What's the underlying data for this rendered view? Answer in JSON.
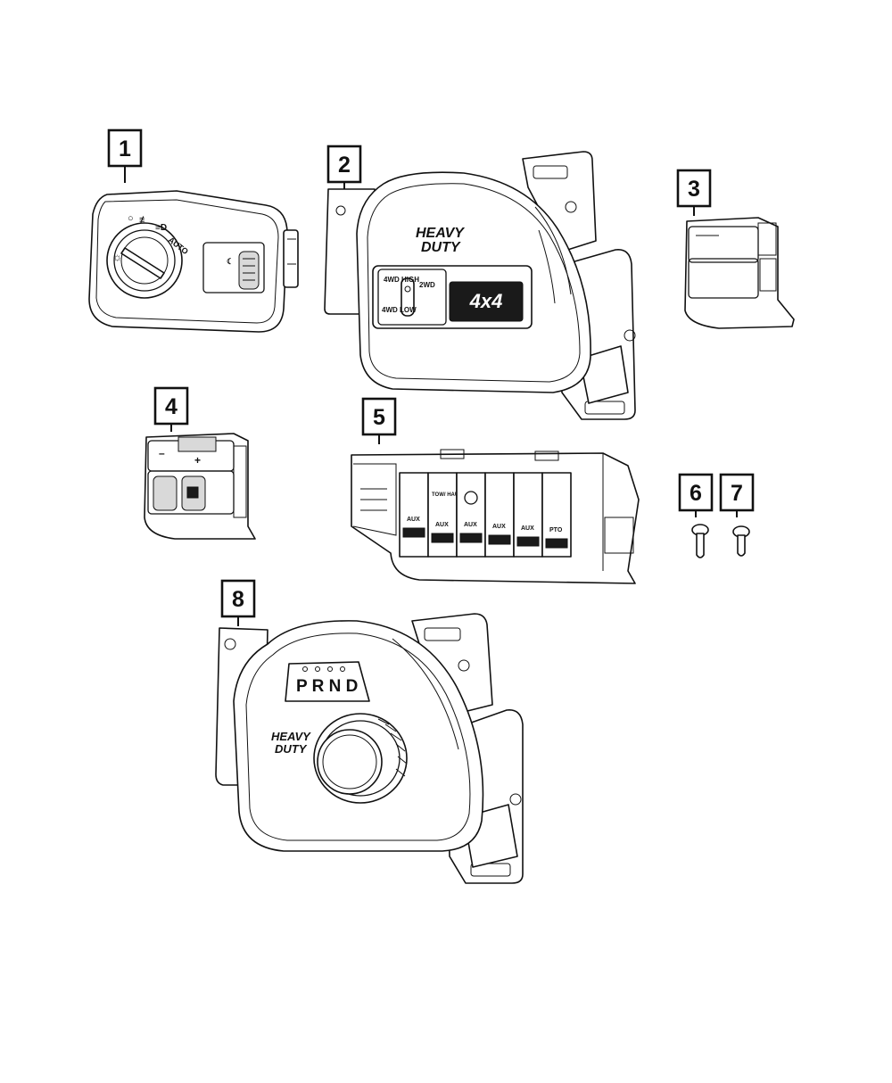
{
  "callouts": [
    "1",
    "2",
    "3",
    "4",
    "5",
    "6",
    "7",
    "8"
  ],
  "part1": {
    "labels": {
      "auto": "AUTO"
    }
  },
  "part2": {
    "brand_line1": "HEAVY",
    "brand_line2": "DUTY",
    "labels": {
      "four_high": "4WD HIGH",
      "two_wd": "2WD",
      "four_low": "4WD LOW",
      "badge": "4x4"
    }
  },
  "part5": {
    "labels": {
      "tow_haul": "TOW/ HAUL",
      "aux": "AUX",
      "pto": "PTO"
    }
  },
  "part8": {
    "gear_labels": "P R N D",
    "brand_line1": "HEAVY",
    "brand_line2": "DUTY"
  }
}
